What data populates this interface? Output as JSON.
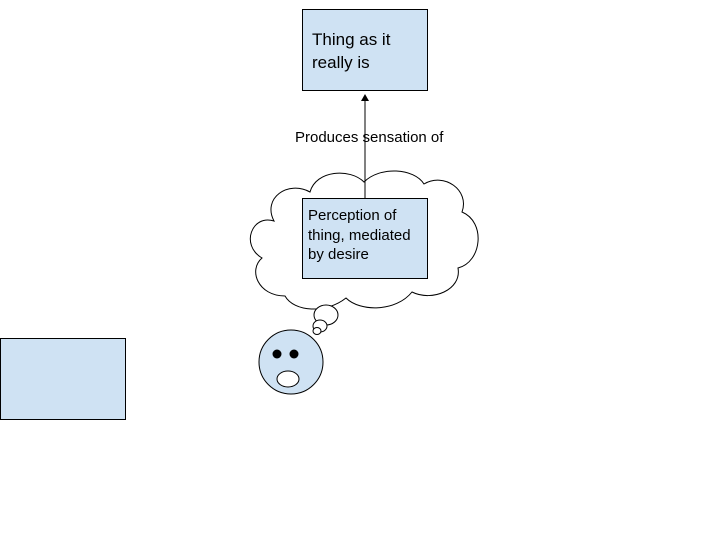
{
  "nodes": {
    "reality": "Thing as it\nreally is",
    "perception": "Perception of\nthing, mediated\nby desire"
  },
  "edge_label": "Produces sensation of",
  "colors": {
    "box_fill": "#cfe2f3",
    "stroke": "#000000"
  }
}
